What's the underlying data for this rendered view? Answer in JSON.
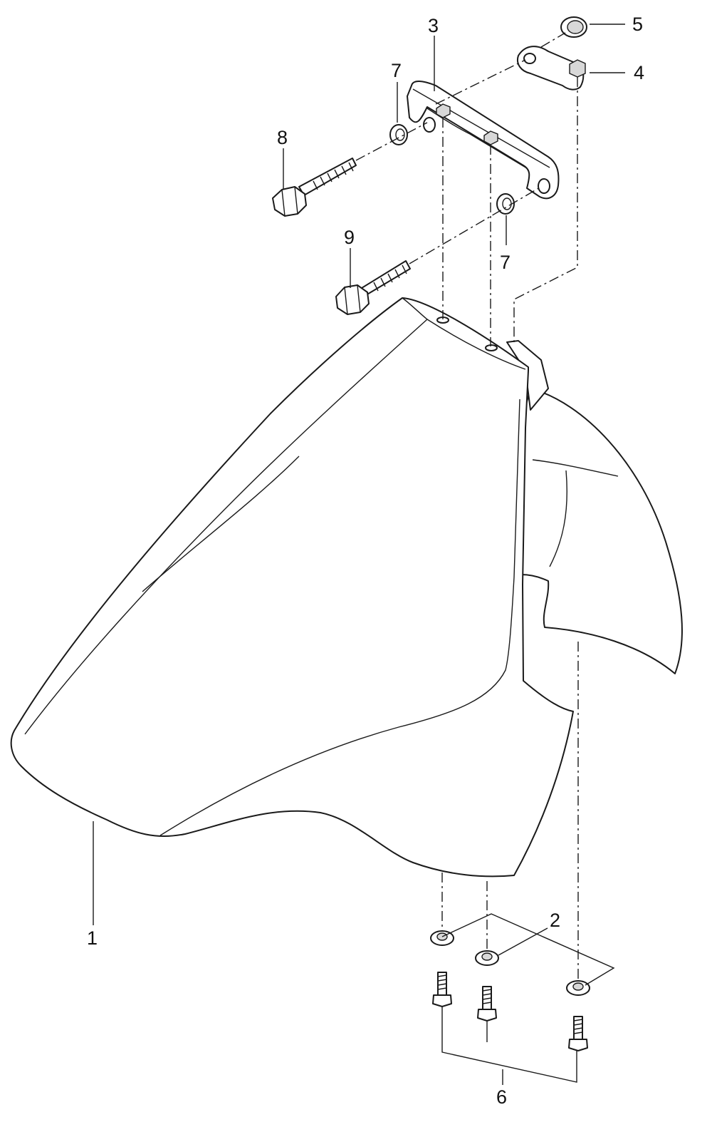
{
  "diagram": {
    "callouts": [
      {
        "id": "callout-1",
        "label": "1"
      },
      {
        "id": "callout-2",
        "label": "2"
      },
      {
        "id": "callout-3",
        "label": "3"
      },
      {
        "id": "callout-4",
        "label": "4"
      },
      {
        "id": "callout-5",
        "label": "5"
      },
      {
        "id": "callout-6",
        "label": "6"
      },
      {
        "id": "callout-7a",
        "label": "7"
      },
      {
        "id": "callout-7b",
        "label": "7"
      },
      {
        "id": "callout-8",
        "label": "8"
      },
      {
        "id": "callout-9",
        "label": "9"
      }
    ]
  }
}
